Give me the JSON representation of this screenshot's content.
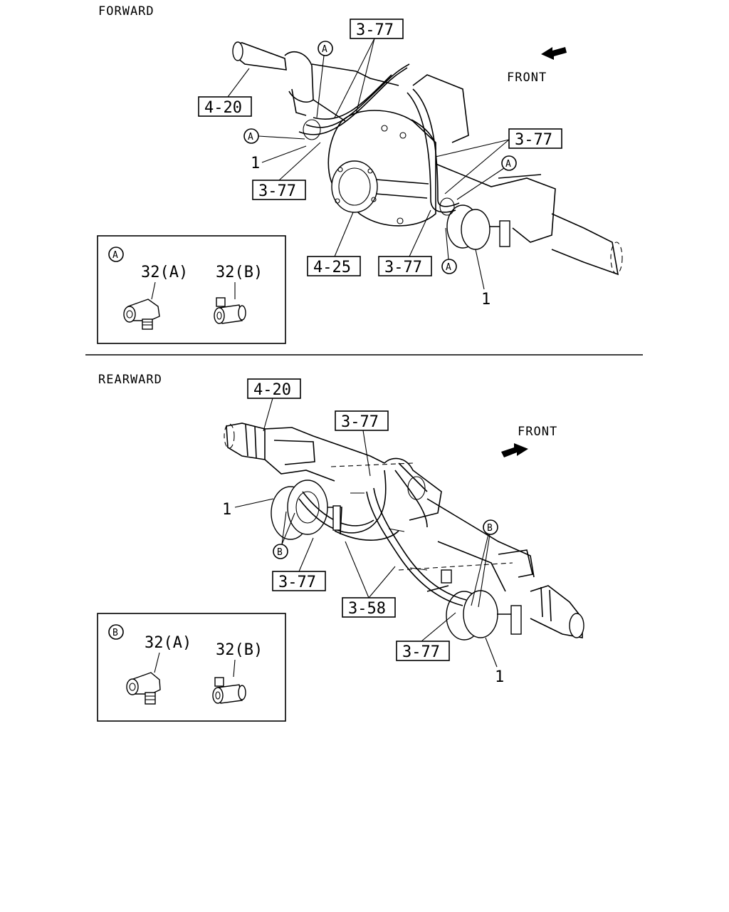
{
  "forward_section": {
    "title": "FORWARD",
    "front_label": "FRONT",
    "callouts": {
      "c1": "3-77",
      "c2": "4-20",
      "c3": "3-77",
      "c4": "3-77",
      "c5": "4-25",
      "c6": "3-77",
      "item_left": "1",
      "item_right": "1"
    },
    "markers": {
      "m1": "A",
      "m2": "A",
      "m3": "A",
      "m4": "A"
    },
    "detail": {
      "marker": "A",
      "part_a": "32(A)",
      "part_b": "32(B)"
    }
  },
  "rearward_section": {
    "title": "REARWARD",
    "front_label": "FRONT",
    "callouts": {
      "c1": "4-20",
      "c2": "3-77",
      "c3": "3-77",
      "c4": "3-58",
      "c5": "3-77",
      "item_left": "1",
      "item_right": "1"
    },
    "markers": {
      "m1": "B",
      "m2": "B"
    },
    "detail": {
      "marker": "B",
      "part_a": "32(A)",
      "part_b": "32(B)"
    }
  }
}
